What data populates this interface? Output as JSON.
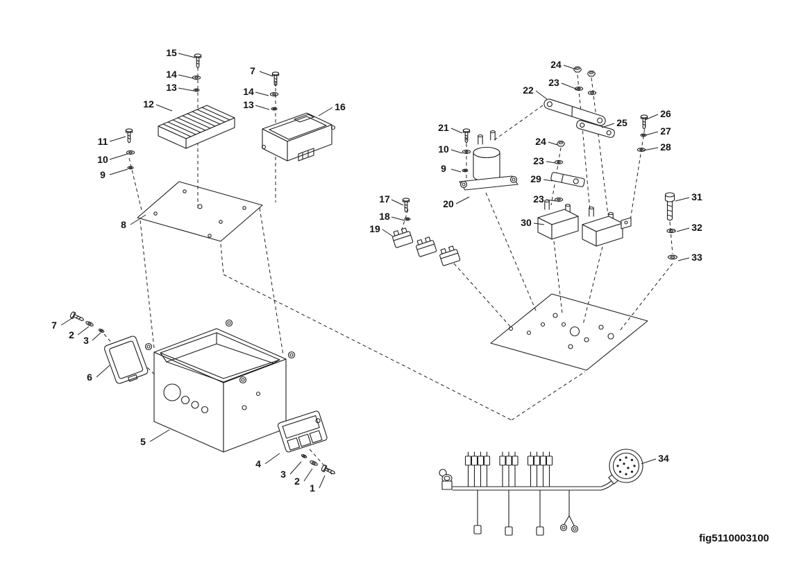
{
  "figure": {
    "id_label": "fig5110003100"
  },
  "callouts": [
    {
      "part": "screw-top",
      "label": "15"
    },
    {
      "part": "washer-flat",
      "label": "14"
    },
    {
      "part": "washer-lock",
      "label": "13"
    },
    {
      "part": "controller-heatsink",
      "label": "12"
    },
    {
      "part": "screw",
      "label": "7"
    },
    {
      "part": "washer-flat",
      "label": "14"
    },
    {
      "part": "washer-lock",
      "label": "13"
    },
    {
      "part": "controller-box",
      "label": "16"
    },
    {
      "part": "screw",
      "label": "11"
    },
    {
      "part": "washer",
      "label": "10"
    },
    {
      "part": "washer",
      "label": "9"
    },
    {
      "part": "mounting-plate",
      "label": "8"
    },
    {
      "part": "screw",
      "label": "7"
    },
    {
      "part": "washer",
      "label": "2"
    },
    {
      "part": "washer-lock",
      "label": "3"
    },
    {
      "part": "side-module",
      "label": "6"
    },
    {
      "part": "enclosure-box",
      "label": "5"
    },
    {
      "part": "relay-module",
      "label": "4"
    },
    {
      "part": "washer-lock",
      "label": "3"
    },
    {
      "part": "washer",
      "label": "2"
    },
    {
      "part": "screw",
      "label": "1"
    },
    {
      "part": "nut",
      "label": "24"
    },
    {
      "part": "busbar",
      "label": "22"
    },
    {
      "part": "washer",
      "label": "23"
    },
    {
      "part": "strap",
      "label": "25"
    },
    {
      "part": "screw",
      "label": "26"
    },
    {
      "part": "washer-lock",
      "label": "27"
    },
    {
      "part": "washer",
      "label": "28"
    },
    {
      "part": "screw",
      "label": "21"
    },
    {
      "part": "washer",
      "label": "10"
    },
    {
      "part": "nut",
      "label": "24"
    },
    {
      "part": "washer",
      "label": "9"
    },
    {
      "part": "washer",
      "label": "23"
    },
    {
      "part": "bracket-link",
      "label": "29"
    },
    {
      "part": "contactor",
      "label": "20"
    },
    {
      "part": "washer",
      "label": "23"
    },
    {
      "part": "fuse-holder",
      "label": "30"
    },
    {
      "part": "screw",
      "label": "17"
    },
    {
      "part": "washer",
      "label": "18"
    },
    {
      "part": "fuse",
      "label": "19"
    },
    {
      "part": "bolt",
      "label": "31"
    },
    {
      "part": "washer-lock",
      "label": "32"
    },
    {
      "part": "washer-flat",
      "label": "33"
    },
    {
      "part": "wire-harness",
      "label": "34"
    }
  ]
}
